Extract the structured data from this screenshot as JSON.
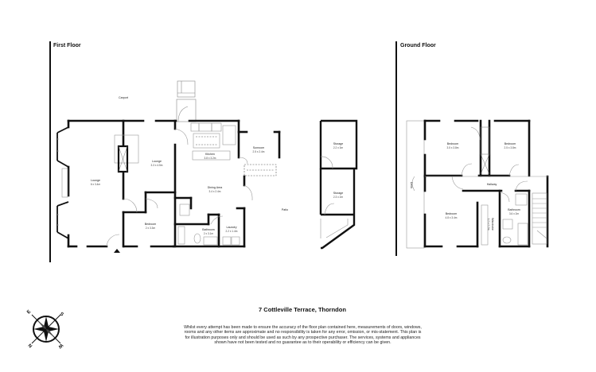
{
  "floors": {
    "first": {
      "label": "First Floor",
      "rooms": [
        {
          "name": "Lounge",
          "dims": "6 x 3.4m"
        },
        {
          "name": "Lounge",
          "dims": "3.3 x 4.5m"
        },
        {
          "name": "Kitchen",
          "dims": "3.8 x 3.2m"
        },
        {
          "name": "Sunroom",
          "dims": "2.5 x 2.4m"
        },
        {
          "name": "Dining Area",
          "dims": "3.4 x 2.4m"
        },
        {
          "name": "Bedroom",
          "dims": "2 x 3.3m"
        },
        {
          "name": "Bathroom",
          "dims": "2 x 3.1m"
        },
        {
          "name": "Laundry",
          "dims": "2.2 x 1.4m"
        },
        {
          "name": "Storage",
          "dims": "2.2 x 3m"
        },
        {
          "name": "Storage",
          "dims": "2.3 x 2m"
        }
      ],
      "outdoor": {
        "carport": "Carport",
        "patio": "Patio"
      }
    },
    "ground": {
      "label": "Ground Floor",
      "rooms": [
        {
          "name": "Bedroom",
          "dims": "3.5 x 3.8m"
        },
        {
          "name": "Bedroom",
          "dims": "2.5 x 3.8m"
        },
        {
          "name": "Hallway",
          "dims": ""
        },
        {
          "name": "Bedroom",
          "dims": "4.8 x 3.4m"
        },
        {
          "name": "Wardrobe",
          "dims": "1.2 x 2.2m"
        },
        {
          "name": "Bathroom",
          "dims": "3.6 x 2m"
        }
      ],
      "outdoor": {
        "deck": "Deck"
      }
    }
  },
  "compass": {
    "n": "N",
    "s": "S",
    "e": "E",
    "w": "W"
  },
  "footer": {
    "title": "7 Cottleville Terrace, Thorndon",
    "disclaimer": "Whilst every attempt has been made to ensure the accuracy of the floor plan contained here, measurements of doors, windows, rooms and any other items are approximate and no responsibility is taken for any error, omission, or mis-statement. This plan is for illustration purposes only and should be used as such by any prospective purchaser. The services, systems and appliances shown have not been tested and no guarantee as to their operability or efficiency can be given."
  },
  "colors": {
    "wall": "#111111",
    "fixture": "#999999",
    "background": "#ffffff"
  }
}
